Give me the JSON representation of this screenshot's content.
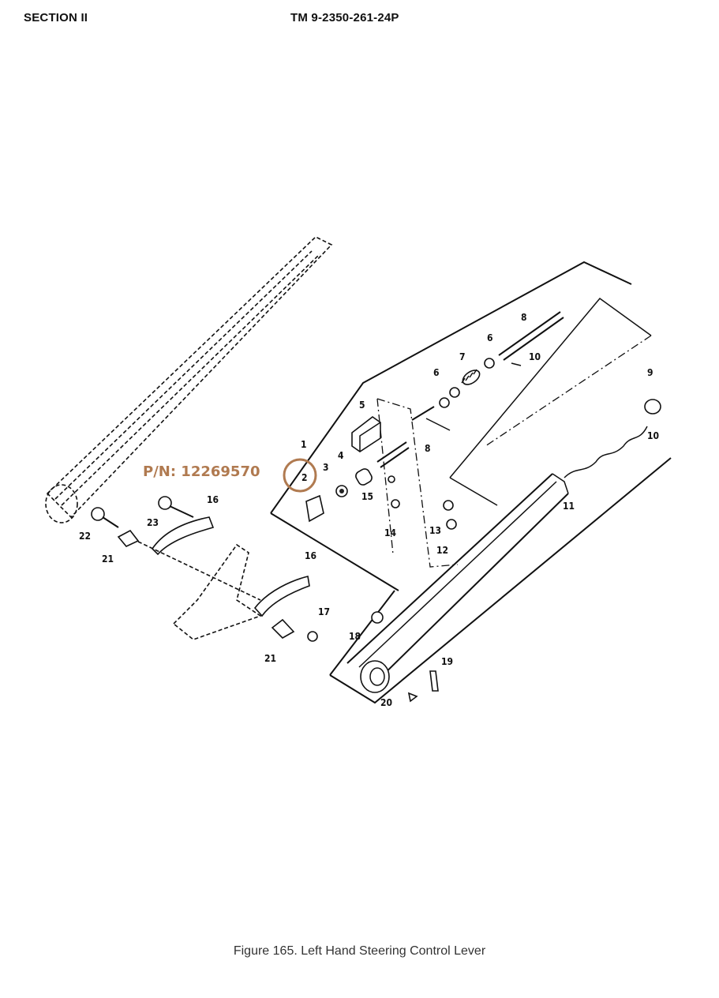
{
  "header": {
    "section": "SECTION II",
    "manual_number": "TM 9-2350-261-24P"
  },
  "figure": {
    "caption": "Figure 165.  Left Hand Steering Control Lever",
    "part_number_annotation": "P/N: 12269570",
    "highlight_color": "#b07a50",
    "callouts": [
      "1",
      "2",
      "3",
      "4",
      "5",
      "6",
      "6",
      "7",
      "8",
      "8",
      "9",
      "10",
      "10",
      "11",
      "12",
      "13",
      "14",
      "15",
      "16",
      "16",
      "17",
      "18",
      "19",
      "20",
      "21",
      "21",
      "22",
      "23"
    ]
  }
}
